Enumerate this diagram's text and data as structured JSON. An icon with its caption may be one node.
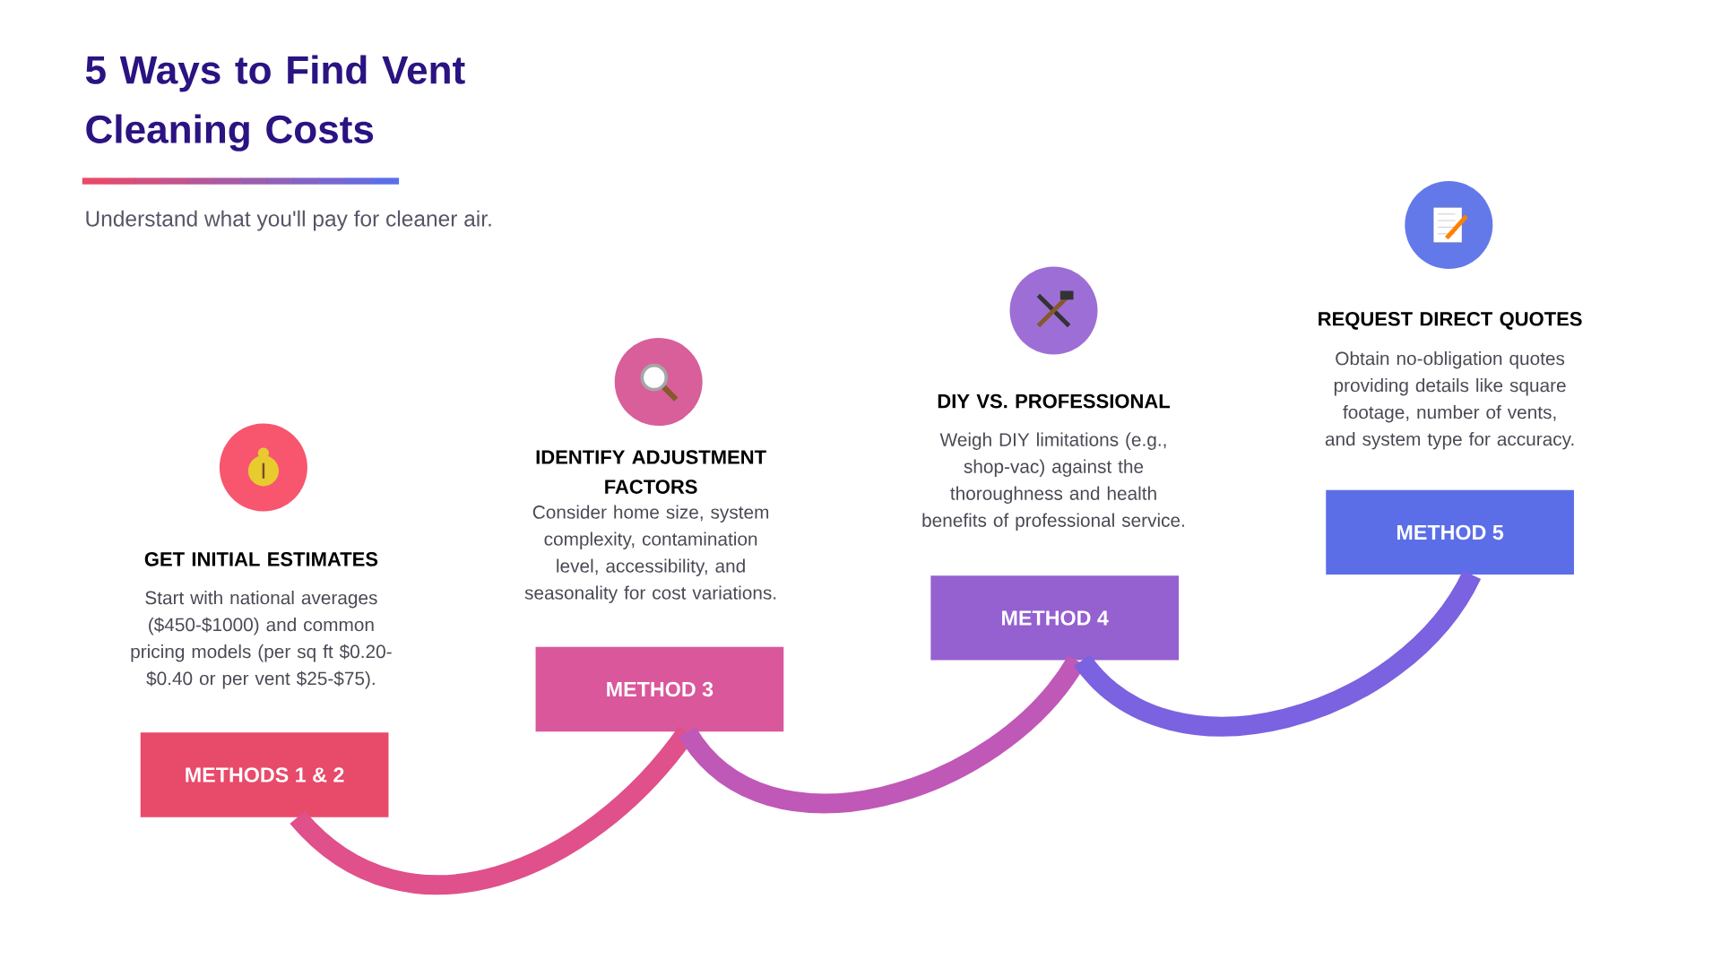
{
  "diagram": {
    "title": "5 Ways to Find Vent Cleaning Costs",
    "caption": "Understand what you'll pay for cleaner air.",
    "nodes": [
      {
        "text": [
          "METHODS 1 & 2"
        ],
        "beside": [
          "GET INITIAL ESTIMATES",
          "Start with national averages ($450-$1000) and common pricing models (per sq ft $0.20-$0.40 or per vent $25-$75)."
        ]
      },
      {
        "text": [
          "METHOD 3"
        ],
        "beside": [
          "IDENTIFY ADJUSTMENT FACTORS",
          "Consider home size, system complexity, contamination level, accessibility, and seasonality for cost variations."
        ]
      },
      {
        "text": [
          "METHOD 4"
        ],
        "beside": [
          "DIY VS. PROFESSIONAL",
          "Weigh DIY limitations (e.g., shop-vac) against the thoroughness and health benefits of professional service."
        ]
      },
      {
        "text": [
          "METHOD 5"
        ],
        "beside": [
          "REQUEST DIRECT QUOTES",
          "Obtain no-obligation quotes providing details like square footage, number of vents, and system type for accuracy."
        ]
      }
    ],
    "edges": [
      {
        "from": 0,
        "to": 1,
        "arrow": "none",
        "color": "#e0508a"
      },
      {
        "from": 1,
        "to": 2,
        "arrow": "none",
        "color": "#c058b8"
      },
      {
        "from": 2,
        "to": 3,
        "arrow": "none",
        "color": "#7a62e0"
      }
    ]
  }
}
